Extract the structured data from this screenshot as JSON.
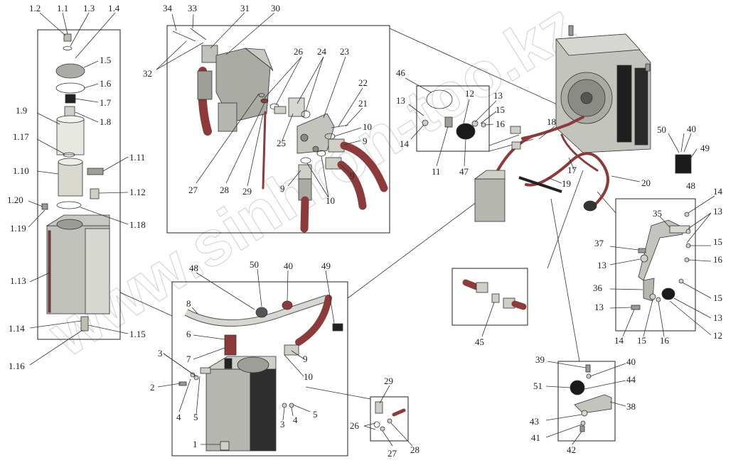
{
  "watermark": "www.sinhron-too.kz",
  "labels": {
    "l1_2": "1.2",
    "l1_1": "1.1",
    "l1_3": "1.3",
    "l1_4": "1.4",
    "l1_5": "1.5",
    "l1_6": "1.6",
    "l1_7": "1.7",
    "l1_8": "1.8",
    "l1_9": "1.9",
    "l1_17": "1.17",
    "l1_11": "1.11",
    "l1_10": "1.10",
    "l1_12": "1.12",
    "l1_20": "1.20",
    "l1_19": "1.19",
    "l1_18": "1.18",
    "l1_13": "1.13",
    "l1_14": "1.14",
    "l1_15": "1.15",
    "l1_16": "1.16",
    "t34": "34",
    "t33": "33",
    "t31": "31",
    "t30": "30",
    "t32": "32",
    "t26": "26",
    "t24": "24",
    "t23": "23",
    "t22": "22",
    "t21": "21",
    "t10a": "10",
    "t9a": "9",
    "t25": "25",
    "t27": "27",
    "t28": "28",
    "t29": "29",
    "t9b": "9",
    "t9c": "9",
    "t10b": "10",
    "b46": "46",
    "b13a": "13",
    "b12": "12",
    "b13b": "13",
    "b15a": "15",
    "b16a": "16",
    "b14a": "14",
    "b11": "11",
    "b47": "47",
    "m18": "18",
    "m17": "17",
    "m19": "19",
    "m20": "20",
    "m50": "50",
    "m40": "40",
    "m49": "49",
    "m48": "48",
    "r14a": "14",
    "r35": "35",
    "r13a": "13",
    "r37": "37",
    "r13b": "13",
    "r15a": "15",
    "r16a": "16",
    "r36": "36",
    "r15b": "15",
    "r13c": "13",
    "r13d": "13",
    "r12": "12",
    "r14b": "14",
    "r15c": "15",
    "r16b": "16",
    "c45": "45",
    "d39": "39",
    "d40": "40",
    "d51": "51",
    "d44": "44",
    "d38": "38",
    "d43": "43",
    "d41": "41",
    "d42": "42",
    "p48": "48",
    "p50": "50",
    "p40": "40",
    "p49": "49",
    "p8": "8",
    "p6": "6",
    "p7": "7",
    "p9": "9",
    "p10": "10",
    "p3": "3",
    "p2": "2",
    "p4": "4",
    "p5": "5",
    "p3b": "3",
    "p4b": "4",
    "p5b": "5",
    "p1": "1",
    "s29": "29",
    "s26": "26",
    "s27": "27",
    "s28": "28"
  }
}
